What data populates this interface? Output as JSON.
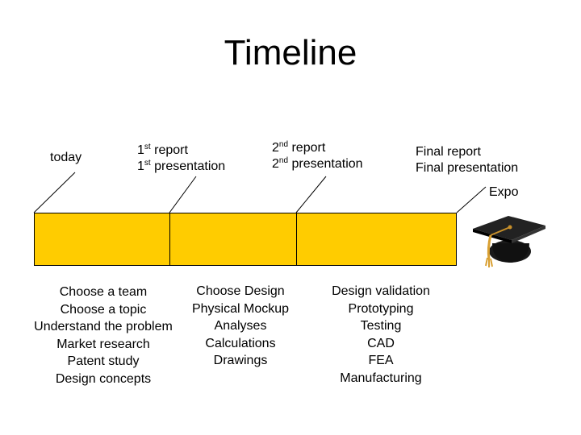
{
  "title": "Timeline",
  "milestones": {
    "today": "today",
    "first": {
      "report_num": "1",
      "report_sup": "st",
      "report_text": " report",
      "pres_num": "1",
      "pres_sup": "st",
      "pres_text": " presentation"
    },
    "second": {
      "report_num": "2",
      "report_sup": "nd",
      "report_text": " report",
      "pres_num": "2",
      "pres_sup": "nd",
      "pres_text": " presentation"
    },
    "final": {
      "report": "Final report",
      "presentation": "Final presentation",
      "expo": "Expo"
    }
  },
  "phases": [
    {
      "tasks": [
        "Choose a team",
        "Choose a topic",
        "Understand the problem",
        "Market research",
        "Patent study",
        "Design concepts"
      ]
    },
    {
      "tasks": [
        "Choose Design",
        "Physical Mockup",
        "Analyses",
        "Calculations",
        "Drawings"
      ]
    },
    {
      "tasks": [
        "Design validation",
        "Prototyping",
        "Testing",
        "CAD",
        "FEA",
        "Manufacturing"
      ]
    }
  ],
  "colors": {
    "bar": "#ffcc00",
    "outline": "#000000"
  },
  "icons": {
    "expo": "graduation-cap-icon"
  }
}
